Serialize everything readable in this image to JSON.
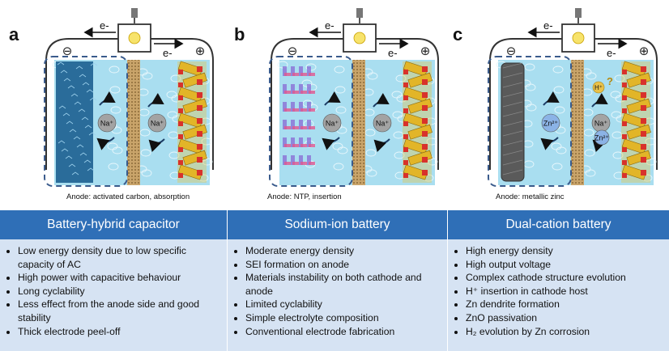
{
  "panels": [
    {
      "letter": "a",
      "electron_left": "e-",
      "electron_right": "e-",
      "minus_sign": "⊖",
      "plus_sign": "⊕",
      "ion_left": "Na⁺",
      "ion_right": "Na⁺",
      "caption": "Anode: activated carbon, absorption"
    },
    {
      "letter": "b",
      "electron_left": "e-",
      "electron_right": "e-",
      "minus_sign": "⊖",
      "plus_sign": "⊕",
      "ion_left": "Na⁺",
      "ion_right": "Na⁺",
      "caption": "Anode: NTP, insertion"
    },
    {
      "letter": "c",
      "electron_left": "e-",
      "electron_right": "e-",
      "minus_sign": "⊖",
      "plus_sign": "⊕",
      "ion_left": "Zn²⁺",
      "ion_right": "Zn²⁺",
      "ion_right_top": "H⁺",
      "question": "?",
      "caption": "Anode: metallic zinc"
    }
  ],
  "columns": [
    {
      "header": "Battery-hybrid capacitor",
      "items": [
        "Low energy density due to low specific capacity of AC",
        "High power with capacitive behaviour",
        "Long cyclability",
        "Less effect from the anode side and good stability",
        "Thick electrode peel-off"
      ]
    },
    {
      "header": "Sodium-ion battery",
      "items": [
        "Moderate energy density",
        "SEI formation on anode",
        "Materials instability on both cathode and anode",
        "Limited cyclability",
        "Simple electrolyte composition",
        "Conventional electrode fabrication"
      ]
    },
    {
      "header": "Dual-cation battery",
      "items": [
        "High energy density",
        "High output voltage",
        "Complex cathode structure evolution",
        "H⁺ insertion in cathode host",
        "Zn dendrite formation",
        "ZnO passivation",
        "H₂ evolution by Zn corrosion"
      ]
    }
  ],
  "colors": {
    "header_bg": "#2f6fb7",
    "body_bg": "#d6e3f3",
    "electrolyte": "#a9def0",
    "separator": "#c9a46a",
    "dash_border": "#3a5b8c"
  }
}
